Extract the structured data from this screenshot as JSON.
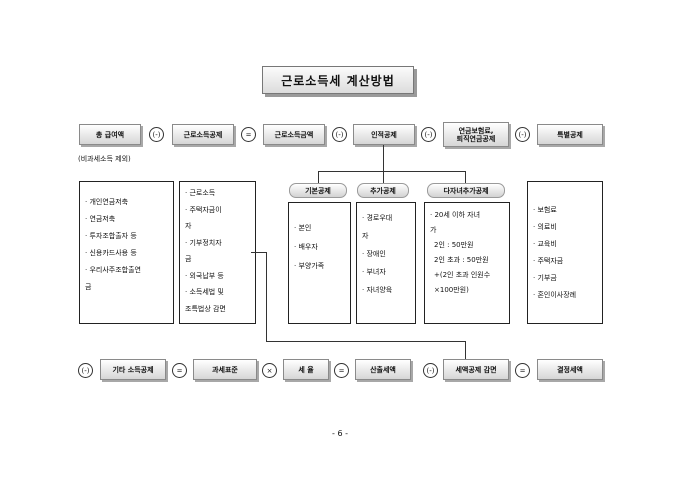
{
  "title": "근로소득세 계산방법",
  "row1": {
    "items": [
      "총 급여액",
      "근로소득공제",
      "근로소득금액",
      "인적공제",
      "연금보험료,\n퇴직연금공제",
      "특별공제"
    ],
    "ops": [
      "(-)",
      "=",
      "(-)",
      "(-)",
      "(-)"
    ]
  },
  "note": "(비과세소득 제외)",
  "left_list": {
    "items": [
      "· 개인연금저축",
      "· 연금저축",
      "· 투자조합출자 등",
      "· 신용카드사용 등",
      "· 우리사주조합출연",
      "금"
    ]
  },
  "mid_list": {
    "items": [
      "· 근로소득",
      "· 주택자금이",
      "자",
      "· 기부정치자",
      "금",
      "· 외국납부 등",
      "· 소득세법 및",
      "조특법상 감면"
    ]
  },
  "groups": [
    {
      "header": "기본공제",
      "items": [
        "· 본인",
        "· 배우자",
        "· 부양가족"
      ]
    },
    {
      "header": "추가공제",
      "items": [
        "· 경로우대",
        "자",
        "· 장애인",
        "· 부녀자",
        "· 자녀양육"
      ]
    },
    {
      "header": "다자녀추가공제",
      "items": [
        "· 20세 이하 자녀",
        "가",
        "2인 : 50만원",
        "2인 초과 : 50만원",
        "+(2인 초과 인원수",
        "×100만원)"
      ]
    }
  ],
  "right_list": {
    "items": [
      "· 보험료",
      "· 의료비",
      "· 교육비",
      "· 주택자금",
      "· 기부금",
      "· 혼인이사장례"
    ]
  },
  "row2": {
    "items": [
      "기타 소득공제",
      "과세표준",
      "세 율",
      "산출세액",
      "세액공제 감면",
      "결정세액"
    ],
    "ops": [
      "(-)",
      "=",
      "×",
      "=",
      "(-)",
      "="
    ]
  },
  "page_number": "- 6 -"
}
